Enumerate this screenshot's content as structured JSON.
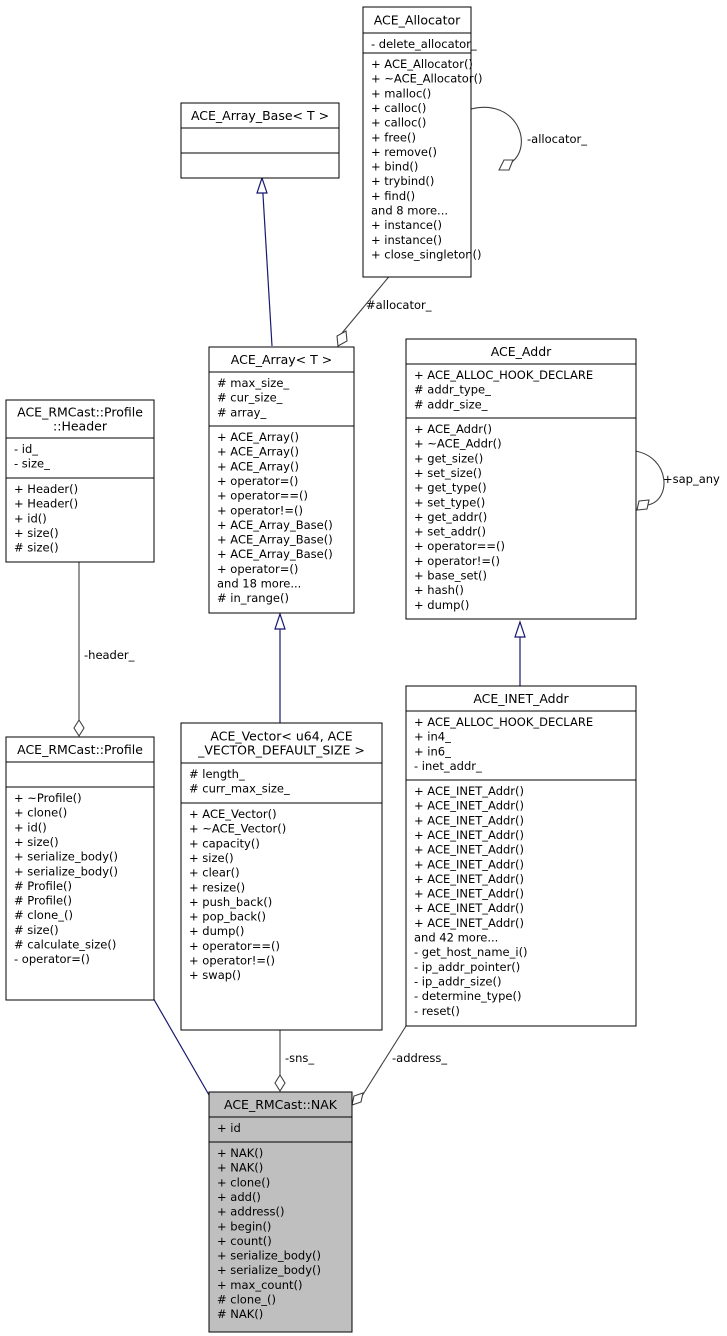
{
  "classes": [
    {
      "id": "allocator",
      "title": [
        "ACE_Allocator"
      ],
      "attributes": [
        "- delete_allocator_"
      ],
      "operations": [
        "+ ACE_Allocator()",
        "+ ~ACE_Allocator()",
        "+ malloc()",
        "+ calloc()",
        "+ calloc()",
        "+ free()",
        "+ remove()",
        "+ bind()",
        "+ trybind()",
        "+ find()",
        "and 8 more...",
        "+ instance()",
        "+ instance()",
        "+ close_singleton()"
      ]
    },
    {
      "id": "array_base",
      "title": [
        "ACE_Array_Base< T >"
      ],
      "attributes": [],
      "operations": []
    },
    {
      "id": "array",
      "title": [
        "ACE_Array< T >"
      ],
      "attributes": [
        "# max_size_",
        "# cur_size_",
        "# array_"
      ],
      "operations": [
        "+ ACE_Array()",
        "+ ACE_Array()",
        "+ ACE_Array()",
        "+ operator=()",
        "+ operator==()",
        "+ operator!=()",
        "+ ACE_Array_Base()",
        "+ ACE_Array_Base()",
        "+ ACE_Array_Base()",
        "+ operator=()",
        "and 18 more...",
        "# in_range()"
      ]
    },
    {
      "id": "addr",
      "title": [
        "ACE_Addr"
      ],
      "attributes": [
        "+ ACE_ALLOC_HOOK_DECLARE",
        "# addr_type_",
        "# addr_size_"
      ],
      "operations": [
        "+ ACE_Addr()",
        "+ ~ACE_Addr()",
        "+ get_size()",
        "+ set_size()",
        "+ get_type()",
        "+ set_type()",
        "+ get_addr()",
        "+ set_addr()",
        "+ operator==()",
        "+ operator!=()",
        "+ base_set()",
        "+ hash()",
        "+ dump()"
      ]
    },
    {
      "id": "header",
      "title": [
        "ACE_RMCast::Profile",
        "::Header"
      ],
      "attributes": [
        "- id_",
        "- size_"
      ],
      "operations": [
        "+ Header()",
        "+ Header()",
        "+ id()",
        "+ size()",
        "# size()"
      ]
    },
    {
      "id": "profile",
      "title": [
        "ACE_RMCast::Profile"
      ],
      "attributes": [],
      "operations": [
        "+ ~Profile()",
        "+ clone()",
        "+ id()",
        "+ size()",
        "+ serialize_body()",
        "+ serialize_body()",
        "# Profile()",
        "# Profile()",
        "# clone_()",
        "# size()",
        "# calculate_size()",
        "- operator=()"
      ]
    },
    {
      "id": "vector",
      "title": [
        "ACE_Vector< u64, ACE",
        "_VECTOR_DEFAULT_SIZE >"
      ],
      "attributes": [
        "# length_",
        "# curr_max_size_"
      ],
      "operations": [
        "+ ACE_Vector()",
        "+ ~ACE_Vector()",
        "+ capacity()",
        "+ size()",
        "+ clear()",
        "+ resize()",
        "+ push_back()",
        "+ pop_back()",
        "+ dump()",
        "+ operator==()",
        "+ operator!=()",
        "+ swap()"
      ]
    },
    {
      "id": "inet_addr",
      "title": [
        "ACE_INET_Addr"
      ],
      "attributes": [
        "+ ACE_ALLOC_HOOK_DECLARE",
        "+ in4_",
        "+ in6_",
        "- inet_addr_"
      ],
      "operations": [
        "+ ACE_INET_Addr()",
        "+ ACE_INET_Addr()",
        "+ ACE_INET_Addr()",
        "+ ACE_INET_Addr()",
        "+ ACE_INET_Addr()",
        "+ ACE_INET_Addr()",
        "+ ACE_INET_Addr()",
        "+ ACE_INET_Addr()",
        "+ ACE_INET_Addr()",
        "+ ACE_INET_Addr()",
        "and 42 more...",
        "- get_host_name_i()",
        "- ip_addr_pointer()",
        "- ip_addr_size()",
        "- determine_type()",
        "- reset()"
      ]
    },
    {
      "id": "nak",
      "title": [
        "ACE_RMCast::NAK"
      ],
      "attributes": [
        "+ id"
      ],
      "operations": [
        "+ NAK()",
        "+ NAK()",
        "+ clone()",
        "+ add()",
        "+ address()",
        "+ begin()",
        "+ count()",
        "+ serialize_body()",
        "+ serialize_body()",
        "+ max_count()",
        "# clone_()",
        "# NAK()"
      ]
    }
  ],
  "edge_labels": {
    "allocator_self": "-allocator_",
    "array_allocator": "#allocator_",
    "addr_self": "+sap_any",
    "profile_header": "-header_",
    "nak_vector": "-sns_",
    "nak_inet": "-address_"
  },
  "colors": {
    "generalization": "#191970",
    "association": "#404040",
    "focus_fill": "#bfbfbf",
    "box_border": "#000000"
  }
}
